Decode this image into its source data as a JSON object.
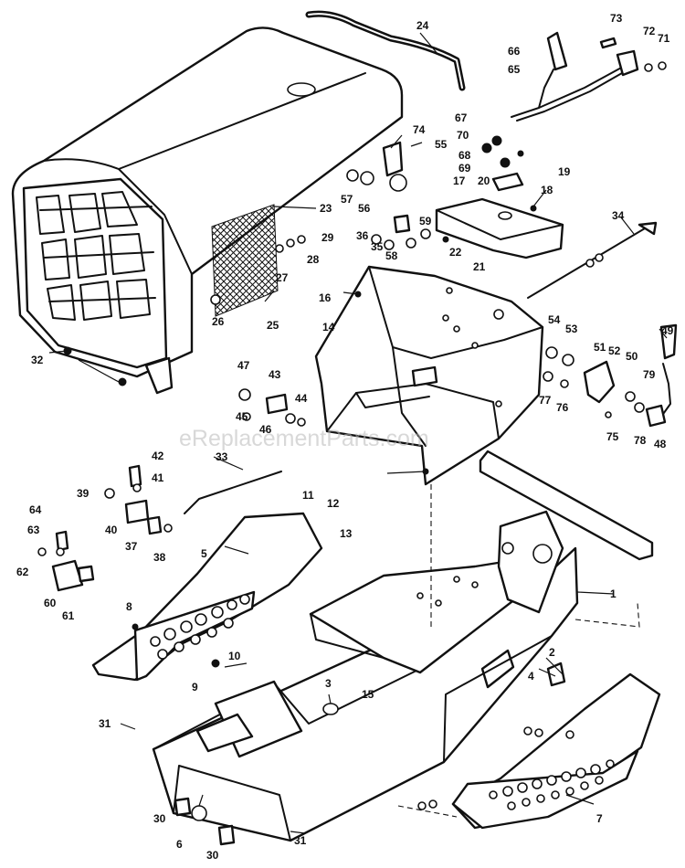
{
  "watermark": "eReplacementParts.com",
  "labels": [
    "1",
    "2",
    "3",
    "4",
    "5",
    "6",
    "7",
    "8",
    "9",
    "10",
    "11",
    "12",
    "13",
    "14",
    "15",
    "16",
    "17",
    "18",
    "19",
    "20",
    "21",
    "22",
    "23",
    "24",
    "25",
    "26",
    "27",
    "28",
    "29",
    "30",
    "31",
    "32",
    "33",
    "34",
    "35",
    "36",
    "37",
    "38",
    "39",
    "40",
    "41",
    "42",
    "43",
    "44",
    "45",
    "46",
    "47",
    "48",
    "49",
    "50",
    "51",
    "52",
    "53",
    "54",
    "55",
    "56",
    "57",
    "58",
    "59",
    "60",
    "61",
    "62",
    "63",
    "64",
    "65",
    "66",
    "67",
    "68",
    "69",
    "70",
    "71",
    "72",
    "73",
    "74",
    "75",
    "76",
    "77",
    "78",
    "79"
  ]
}
